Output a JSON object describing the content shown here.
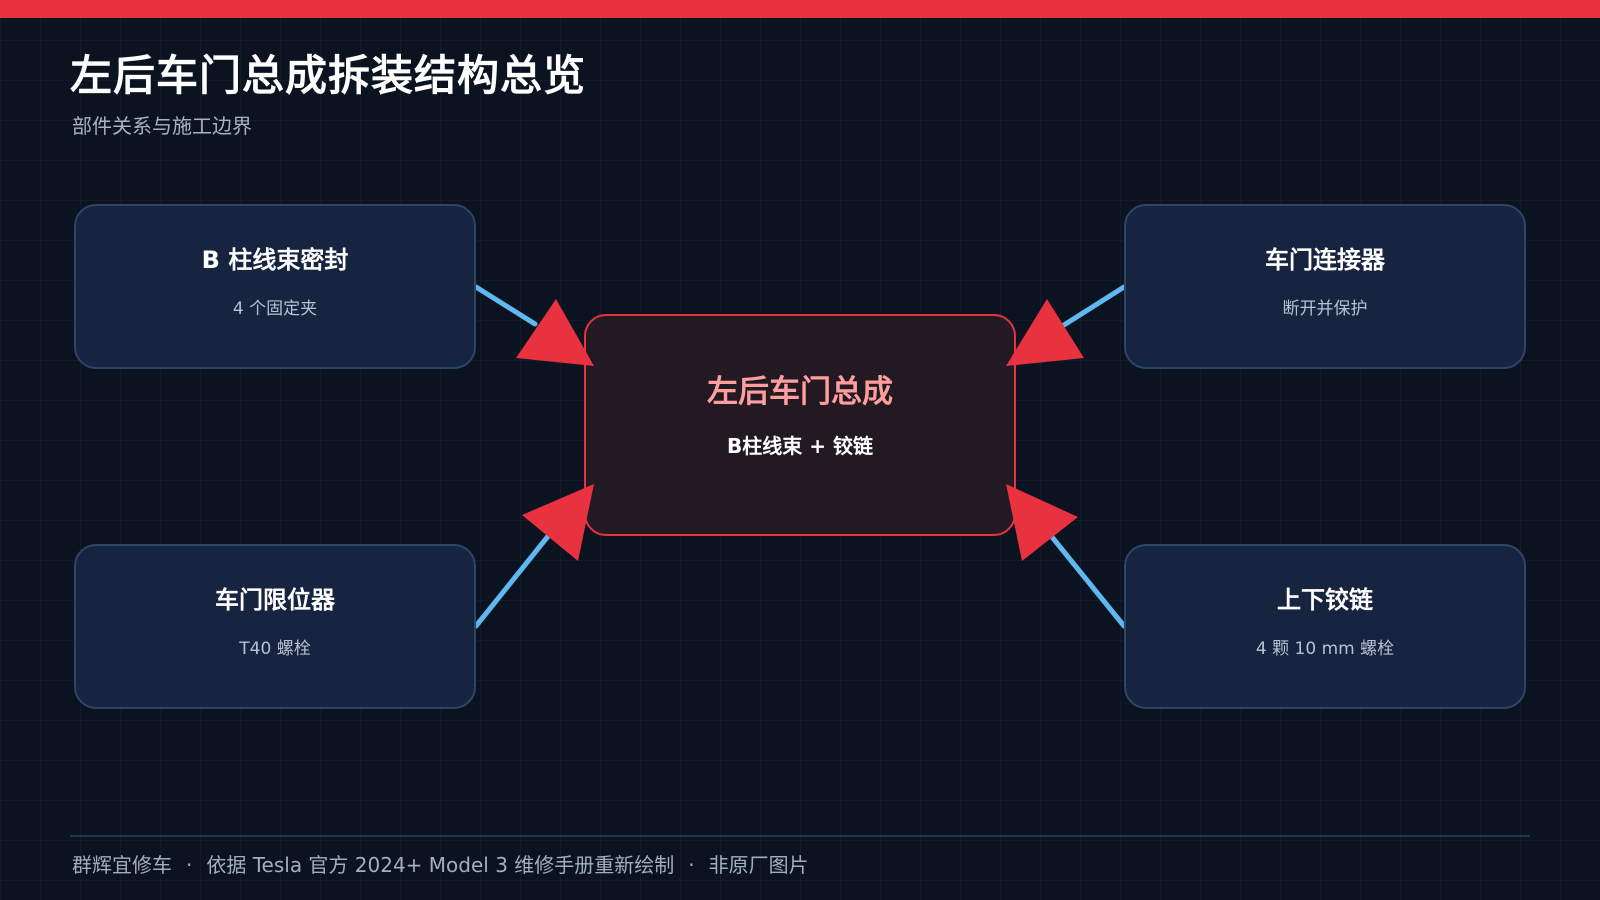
{
  "header": {
    "title": "左后车门总成拆装结构总览",
    "subtitle": "部件关系与施工边界"
  },
  "center": {
    "title": "左后车门总成",
    "subtitle": "B柱线束 + 铰链"
  },
  "nodes": [
    {
      "title": "B 柱线束密封",
      "desc": "4 个固定夹"
    },
    {
      "title": "车门连接器",
      "desc": "断开并保护"
    },
    {
      "title": "车门限位器",
      "desc": "T40 螺栓"
    },
    {
      "title": "上下铰链",
      "desc": "4 颗 10 mm 螺栓"
    }
  ],
  "footer": {
    "items": [
      "群辉宜修车",
      "依据 Tesla 官方 2024+ Model 3 维修手册重新绘制",
      "非原厂图片"
    ],
    "separator": "·"
  },
  "colors": {
    "accent": "#e8323f",
    "connector": "#5fb8f0",
    "node_bg": "#172440",
    "node_border": "#2e4468",
    "center_bg": "#231922",
    "center_title": "#ff9e9e",
    "background": "#0b1220"
  }
}
